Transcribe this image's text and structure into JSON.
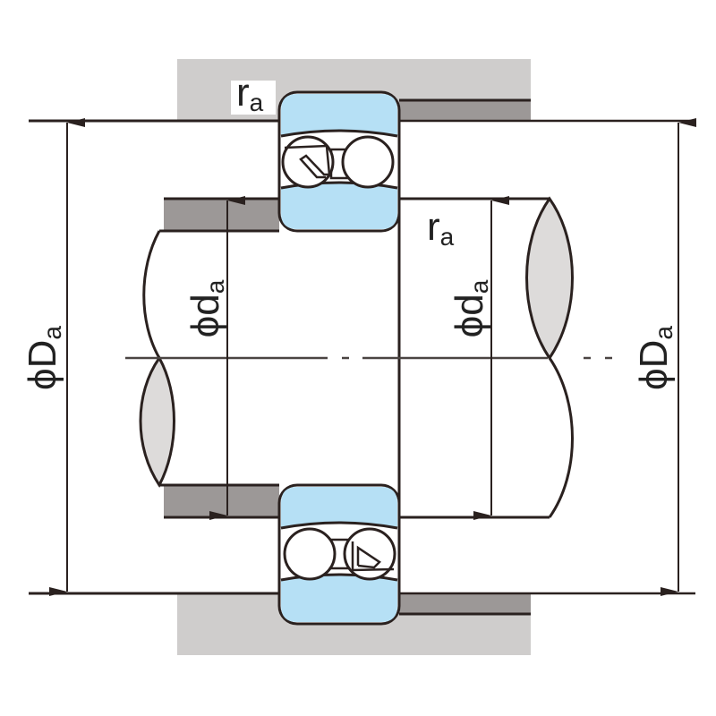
{
  "diagram": {
    "title": "Self-aligning ball bearing mounting dimensions",
    "labels": {
      "ra_top": {
        "main": "r",
        "sub": "a"
      },
      "ra_right": {
        "main": "r",
        "sub": "a"
      },
      "Da_left": {
        "phi": "ϕ",
        "main": "D",
        "sub": "a"
      },
      "Da_right": {
        "phi": "ϕ",
        "main": "D",
        "sub": "a"
      },
      "da_left": {
        "phi": "ϕ",
        "main": "d",
        "sub": "a"
      },
      "da_right": {
        "phi": "ϕ",
        "main": "d",
        "sub": "a"
      }
    },
    "colors": {
      "housing": "#cfcdcc",
      "shoulder": "#9c9897",
      "bearing_ring": "#b6e0f5",
      "outline": "#2a211f",
      "shaft_section": "#dddbda",
      "background": "#ffffff"
    }
  }
}
